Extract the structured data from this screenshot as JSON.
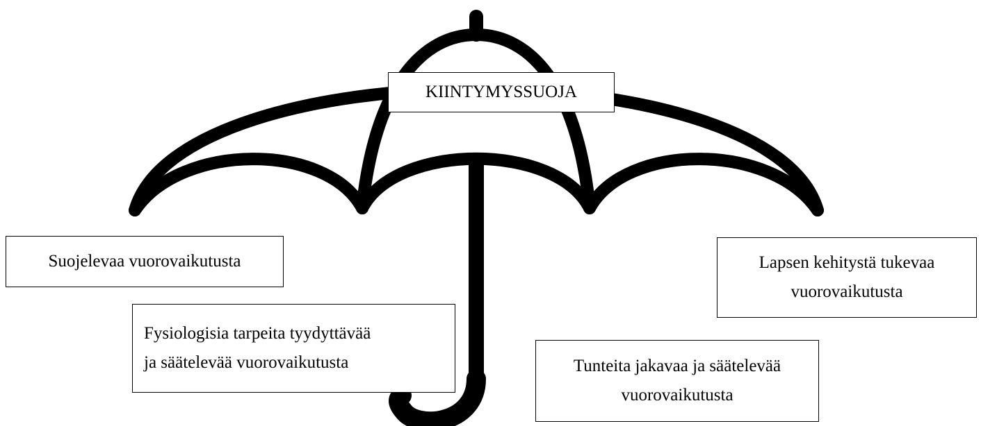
{
  "diagram": {
    "center_label": "KIINTYMYSSUOJA",
    "labels": {
      "protective": "Suojelevaa vuorovaikutusta",
      "physiological_line1": "Fysiologisia tarpeita tyydyttävää",
      "physiological_line2": "ja säätelevää vuorovaikutusta",
      "development_line1": "Lapsen kehitystä tukevaa",
      "development_line2": "vuorovaikutusta",
      "emotion_line1": "Tunteita jakavaa ja säätelevää",
      "emotion_line2": "vuorovaikutusta"
    },
    "colors": {
      "stroke": "#000000",
      "background": "#ffffff"
    }
  }
}
